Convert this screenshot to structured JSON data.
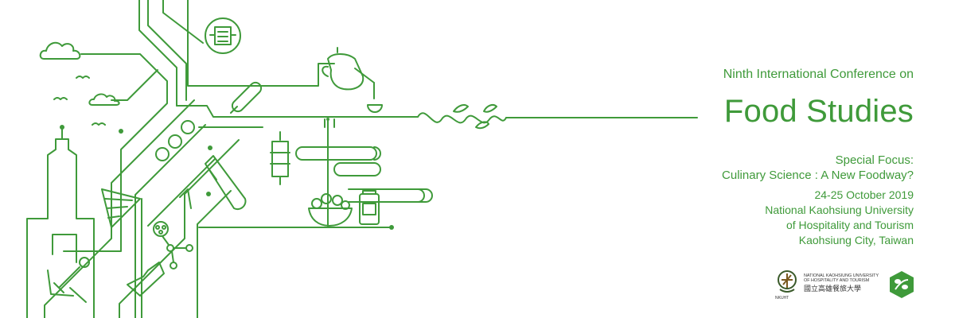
{
  "header": {
    "pre_title": "Ninth International Conference on",
    "title": "Food Studies",
    "focus_line1": "Special Focus:",
    "focus_line2": "Culinary Science : A New Foodway?"
  },
  "event": {
    "dates": "24-25 October 2019",
    "venue_line1": "National Kaohsiung University",
    "venue_line2": "of Hospitality and Tourism",
    "location": "Kaohsiung City, Taiwan"
  },
  "logos": {
    "university_en_line1": "NATIONAL KAOHSIUNG UNIVERSITY",
    "university_en_line2": "OF HOSPITALITY AND TOURISM",
    "university_zh": "國立高雄餐旅大學",
    "university_abbr": "NKUHT"
  },
  "colors": {
    "accent": "#3f9a3a",
    "background": "#ffffff"
  },
  "icons": [
    "cloud-icon",
    "bird-icon",
    "building-icon",
    "anchor-icon",
    "zongzi-icon",
    "dumpling-icon",
    "test-tube-icon",
    "molecule-icon",
    "flask-icon",
    "lantern-icon",
    "popsicle-icon",
    "teapot-icon",
    "bowl-icon",
    "can-icon",
    "vine-icon",
    "emblem-icon",
    "network-logo-icon"
  ]
}
